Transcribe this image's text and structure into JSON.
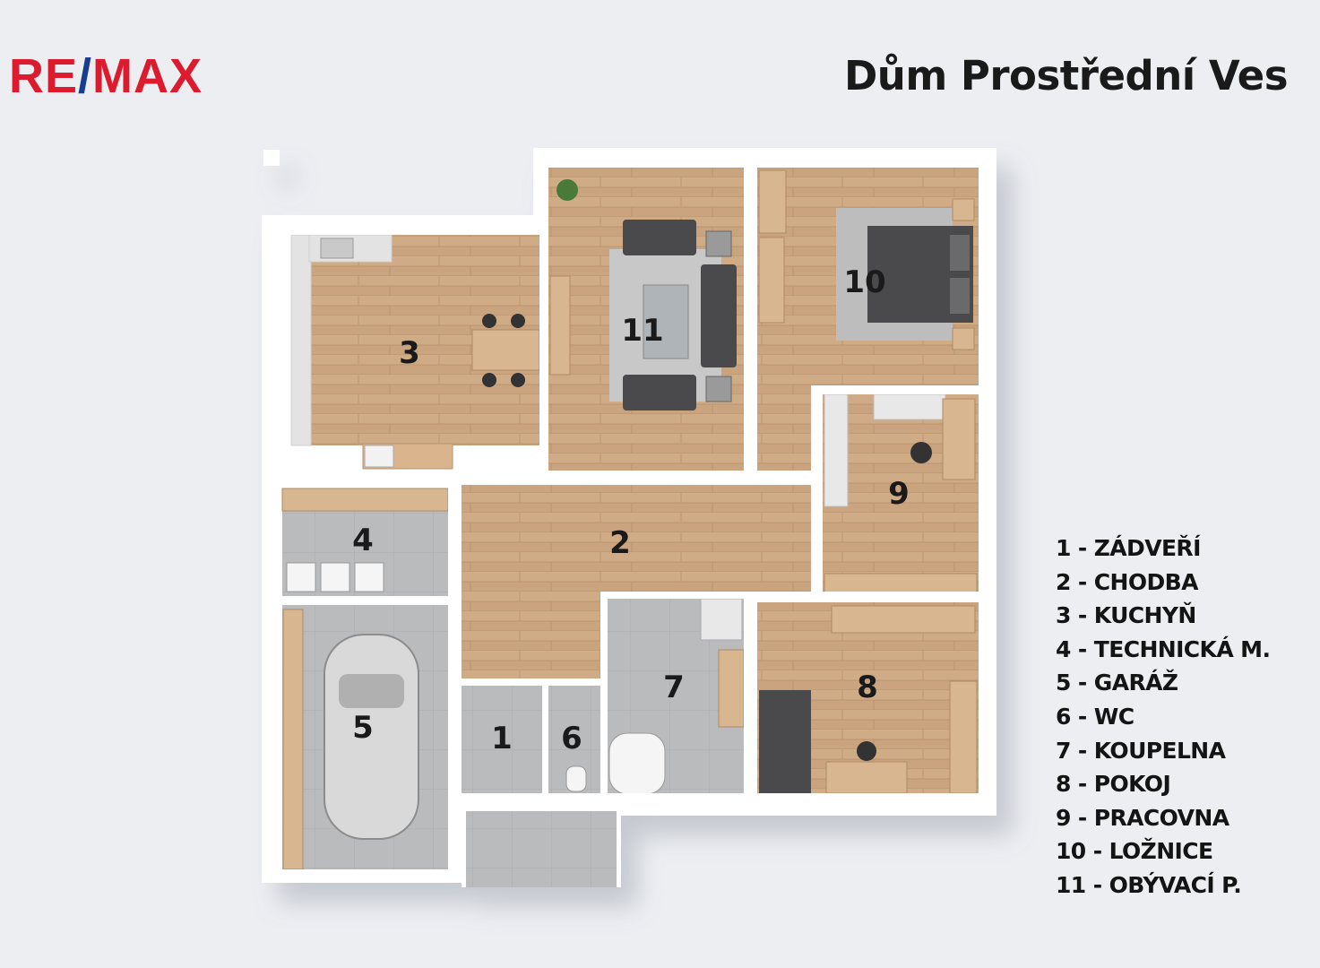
{
  "brand": {
    "logo_left": "RE",
    "logo_slash": "/",
    "logo_right": "MAX",
    "color_red": "#dc1c2e",
    "color_blue": "#1b3d8f"
  },
  "title": "Dům Prostřední Ves",
  "rooms": [
    {
      "number": "1",
      "name": "ZÁDVEŘÍ"
    },
    {
      "number": "2",
      "name": "CHODBA"
    },
    {
      "number": "3",
      "name": "KUCHYŇ"
    },
    {
      "number": "4",
      "name": "TECHNICKÁ M."
    },
    {
      "number": "5",
      "name": "GARÁŽ"
    },
    {
      "number": "6",
      "name": "WC"
    },
    {
      "number": "7",
      "name": "KOUPELNA"
    },
    {
      "number": "8",
      "name": "POKOJ"
    },
    {
      "number": "9",
      "name": "PRACOVNA"
    },
    {
      "number": "10",
      "name": "LOŽNICE"
    },
    {
      "number": "11",
      "name": "OBÝVACÍ P."
    }
  ],
  "legend": [
    "1 - ZÁDVEŘÍ",
    "2 - CHODBA",
    "3 - KUCHYŇ",
    "4 - TECHNICKÁ M.",
    "5 - GARÁŽ",
    "6 - WC",
    "7 - KOUPELNA",
    "8 - POKOJ",
    "9 - PRACOVNA",
    "10 - LOŽNICE",
    "11 - OBÝVACÍ P."
  ],
  "colors": {
    "wood": "#c9a47e",
    "tile": "#b9bbbd",
    "wall": "#ffffff",
    "furniture": "#4a4a4c"
  }
}
